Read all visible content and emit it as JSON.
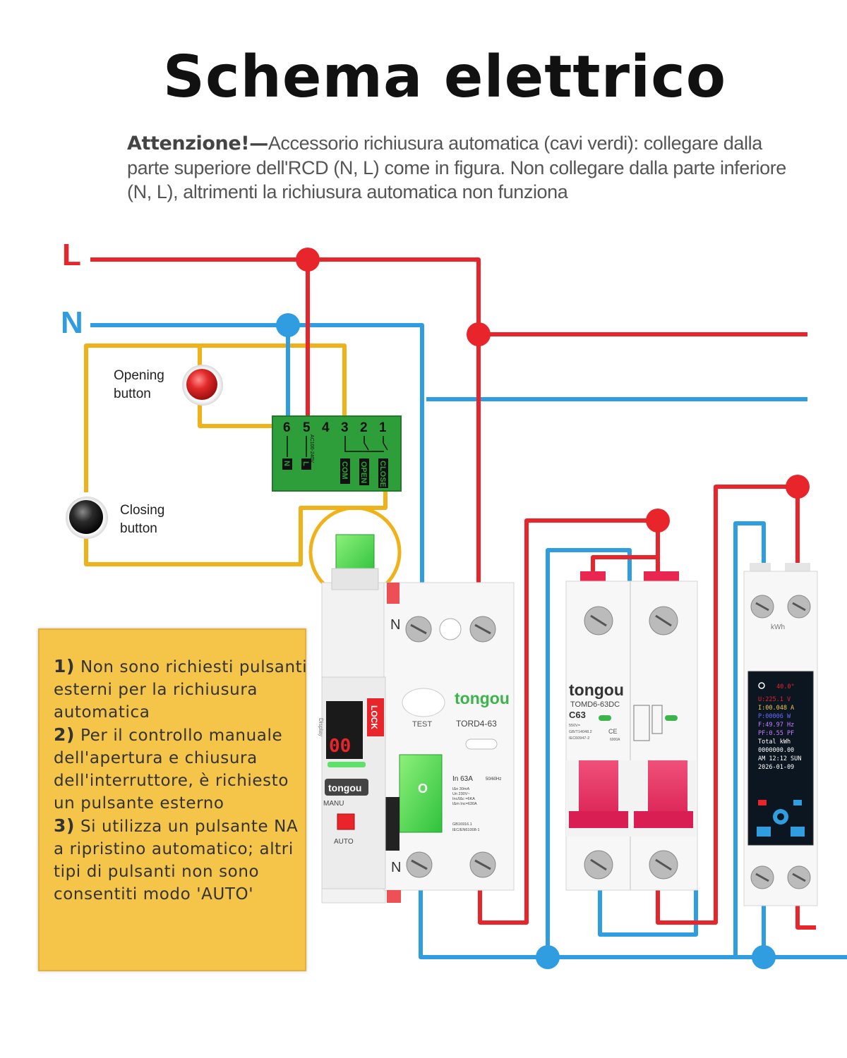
{
  "title": "Schema elettrico",
  "notice": {
    "heading": "Attenzione!—",
    "text": "Accessorio richiusura automatica (cavi verdi): collegare dalla parte superiore dell'RCD (N, L) come in figura. Non collegare dalla parte inferiore (N, L), altrimenti la richiusura automatica non funziona"
  },
  "wires": {
    "L": "L",
    "N": "N"
  },
  "colors": {
    "live": "#e8252b",
    "neutral": "#2f9de0",
    "control": "#f0b21a",
    "module": "#2e9e3a",
    "info_box": "#f5c54a"
  },
  "buttons": {
    "opening": {
      "line1": "Opening",
      "line2": "button",
      "icon": "red-push-button"
    },
    "closing": {
      "line1": "Closing",
      "line2": "button",
      "icon": "black-push-button"
    }
  },
  "terminal_block": {
    "numbers": [
      "6",
      "5",
      "4",
      "3",
      "2",
      "1"
    ],
    "labels": [
      "N",
      "L",
      "COM",
      "OPEN",
      "CLOSE"
    ],
    "rating": "AC100-240V"
  },
  "rcd": {
    "brand": "tongou",
    "model": "TORD4-63",
    "test": "TEST",
    "n_top": "N",
    "n_bottom": "N",
    "lock": "LOCK",
    "display": "Display",
    "mode_manu": "MANU",
    "mode_auto": "AUTO",
    "digits": "00",
    "rating": "In 63A",
    "freq": "50/60Hz",
    "specs": [
      "IΔn 30mA",
      "Un 230V~",
      "Inc/IΔc =6KA",
      "IΔm Inc=630A"
    ],
    "standards": [
      "GB16916.1",
      "IEC/EN61008-1"
    ],
    "toggle": "O"
  },
  "breaker": {
    "brand": "tongou",
    "model": "TOMD6-63DC",
    "rating": "C63",
    "specs": [
      "550V=",
      "GB/T14048.2",
      "IEC60947-2"
    ],
    "ce": "CE",
    "capacity": "6000A"
  },
  "meter": {
    "unit": "kWh",
    "screen": [
      "40.0°",
      "U:225.1 V",
      "I:00.048 A",
      "P:00006 W",
      "F:49.97 Hz",
      "PF:0.55 PF",
      "Total kWh",
      "0000000.00",
      "AM 12:12 SUN",
      "2026-01-09"
    ]
  },
  "notes": [
    {
      "num": "1)",
      "text": "Non sono richiesti pulsanti esterni per la richiusura automatica"
    },
    {
      "num": "2)",
      "text": "Per il controllo manuale dell'apertura e chiusura dell'interruttore, è richiesto un pulsante esterno"
    },
    {
      "num": "3)",
      "text": "Si utilizza un pulsante NA a ripristino automatico; altri tipi di pulsanti non sono consentiti modo 'AUTO'"
    }
  ]
}
